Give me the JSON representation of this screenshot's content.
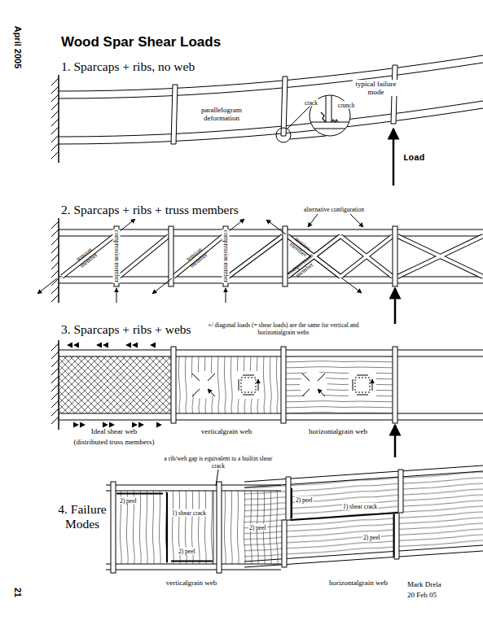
{
  "diagram": {
    "title": "Wood Spar Shear Loads",
    "labels": [
      "April 2005",
      "1. Sparcaps + ribs, no web",
      "parallelogram deformation",
      "typical failure mode",
      "crack",
      "crunch",
      "Load",
      "2. Sparcaps + ribs + truss members",
      "alternative configuration",
      "tension member",
      "compression member",
      "tension member",
      "compression member",
      "tension member",
      "compression member",
      "3. Sparcaps + ribs + webs",
      "+/ diagonal loads (= shear loads) are the same for vertical and horizontalgrain webs",
      "Ideal shear web",
      "(distributed truss members)",
      "verticalgrain web",
      "horizontalgrain web",
      "4. Failure Modes",
      "a rib/web gap is equivalent to a builtin shear crack",
      "2) peel",
      "1) shear crack",
      "2) peel",
      "verticalgrain web",
      "2) peel",
      "1) shear crack",
      "2) peel",
      "2) peel",
      "horizontalgrain web",
      "Mark Drela",
      "20 Feb 05",
      "21"
    ]
  }
}
